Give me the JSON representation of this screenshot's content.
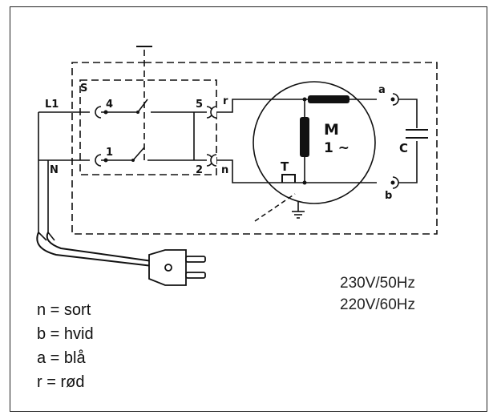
{
  "terminals": {
    "L1": "L1",
    "N": "N",
    "S": "S",
    "t4": "4",
    "t5": "5",
    "t1": "1",
    "t2": "2",
    "r": "r",
    "n": "n",
    "a": "a",
    "b": "b",
    "C": "C",
    "T": "T",
    "M": "M",
    "motor_phase": "1 ~"
  },
  "ratings": [
    "230V/50Hz",
    "220V/60Hz"
  ],
  "legend": [
    "n = sort",
    "b = hvid",
    "a = blå",
    "r = rød"
  ],
  "colors": {
    "line": "#111111",
    "background": "#ffffff"
  }
}
